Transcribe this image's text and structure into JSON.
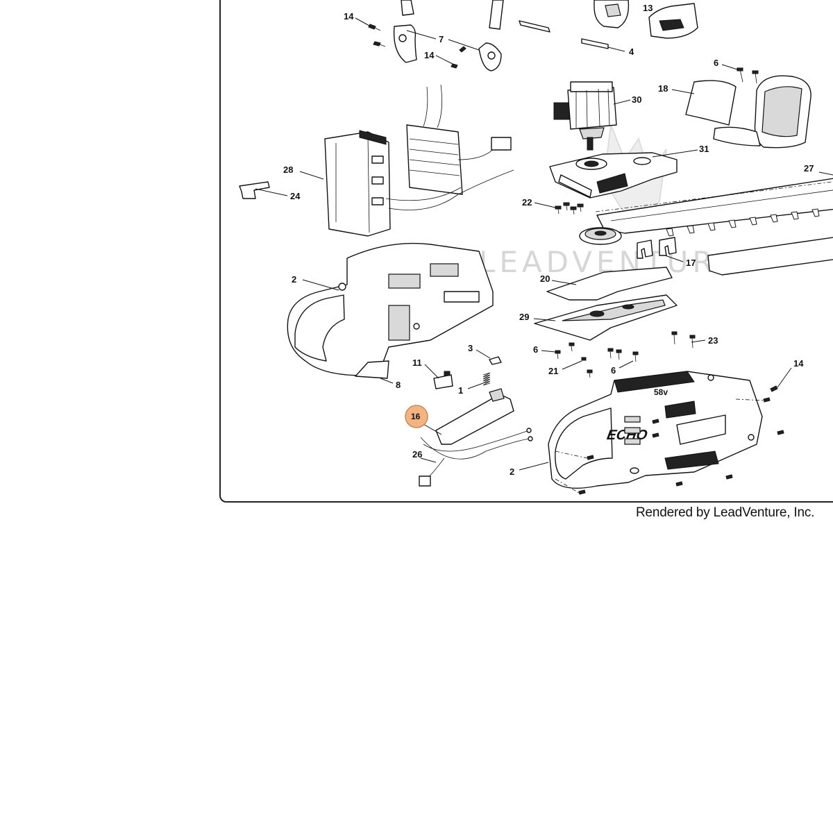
{
  "credit": "Rendered by LeadVenture, Inc.",
  "watermark": "LEADVENTUR",
  "brand_logo": "ECHO",
  "voltage_badge": "58v",
  "highlight_color": "#f2b483",
  "highlight_stroke": "#c98a55",
  "highlighted_part": "16",
  "callouts": [
    {
      "id": "c14a",
      "label": "14"
    },
    {
      "id": "c7",
      "label": "7"
    },
    {
      "id": "c14b",
      "label": "14"
    },
    {
      "id": "c13",
      "label": "13"
    },
    {
      "id": "c4",
      "label": "4"
    },
    {
      "id": "c6a",
      "label": "6"
    },
    {
      "id": "c18",
      "label": "18"
    },
    {
      "id": "c30",
      "label": "30"
    },
    {
      "id": "c31",
      "label": "31"
    },
    {
      "id": "c27",
      "label": "27"
    },
    {
      "id": "c28",
      "label": "28"
    },
    {
      "id": "c24",
      "label": "24"
    },
    {
      "id": "c22",
      "label": "22"
    },
    {
      "id": "c17",
      "label": "17"
    },
    {
      "id": "c2a",
      "label": "2"
    },
    {
      "id": "c20",
      "label": "20"
    },
    {
      "id": "c29",
      "label": "29"
    },
    {
      "id": "c3",
      "label": "3"
    },
    {
      "id": "c6b",
      "label": "6"
    },
    {
      "id": "c23",
      "label": "23"
    },
    {
      "id": "c11",
      "label": "11"
    },
    {
      "id": "c21",
      "label": "21"
    },
    {
      "id": "c6c",
      "label": "6"
    },
    {
      "id": "c14c",
      "label": "14"
    },
    {
      "id": "c8",
      "label": "8"
    },
    {
      "id": "c1",
      "label": "1"
    },
    {
      "id": "c16",
      "label": "16"
    },
    {
      "id": "c26",
      "label": "26"
    },
    {
      "id": "c2b",
      "label": "2"
    }
  ]
}
